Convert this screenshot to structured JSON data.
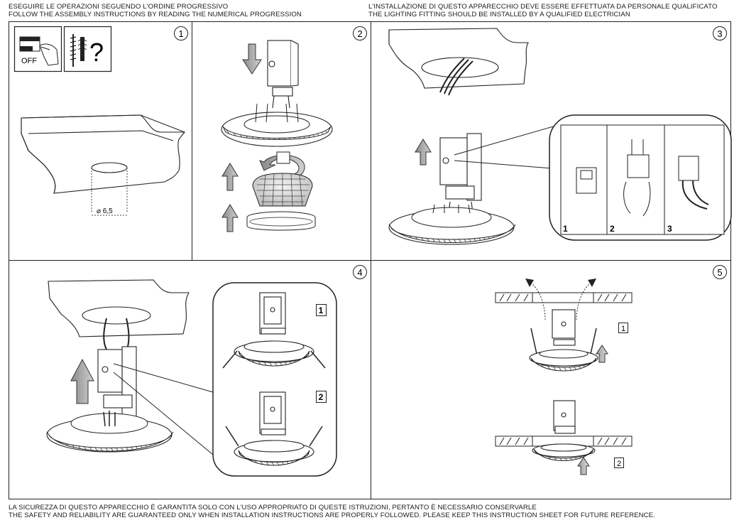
{
  "header": {
    "left_line1": "ESEGUIRE LE OPERAZIONI SEGUENDO L'ORDINE PROGRESSIVO",
    "left_line2": "FOLLOW THE ASSEMBLY INSTRUCTIONS BY READING THE NUMERICAL PROGRESSION",
    "right_line1": "L'INSTALLAZIONE DI QUESTO APPARECCHIO DEVE ESSERE EFFETTUATA DA PERSONALE QUALIFICATO",
    "right_line2": "THE LIGHTING FITTING SHOULD BE INSTALLED BY A QUALIFIED ELECTRICIAN"
  },
  "footer": {
    "line1": "LA SICUREZZA DI QUESTO APPARECCHIO È GARANTITA SOLO CON L'USO APPROPRIATO DI QUESTE ISTRUZIONI, PERTANTO È NECESSARIO CONSERVARLE",
    "line2": "THE SAFETY AND RELIABILITY ARE GUARANTEED ONLY WHEN INSTALLATION INSTRUCTIONS ARE PROPERLY FOLLOWED. PLEASE KEEP THIS INSTRUCTION SHEET FOR FUTURE REFERENCE."
  },
  "steps": {
    "s1": "1",
    "s2": "2",
    "s3": "3",
    "s4": "4",
    "s5": "5"
  },
  "step1": {
    "off_label": "OFF",
    "question_mark": "?",
    "hole_diameter": "⌀ 6,5"
  },
  "step3": {
    "sub1": "1",
    "sub2": "2",
    "sub3": "3"
  },
  "step4": {
    "sub1": "1",
    "sub2": "2"
  },
  "step5": {
    "sub1": "1",
    "sub2": "2"
  },
  "icons": [
    "circuit-breaker-off-icon",
    "screw-and-plug-icon",
    "question-icon",
    "arrow-down-icon",
    "arrow-up-icon",
    "rotate-arrow-icon"
  ]
}
